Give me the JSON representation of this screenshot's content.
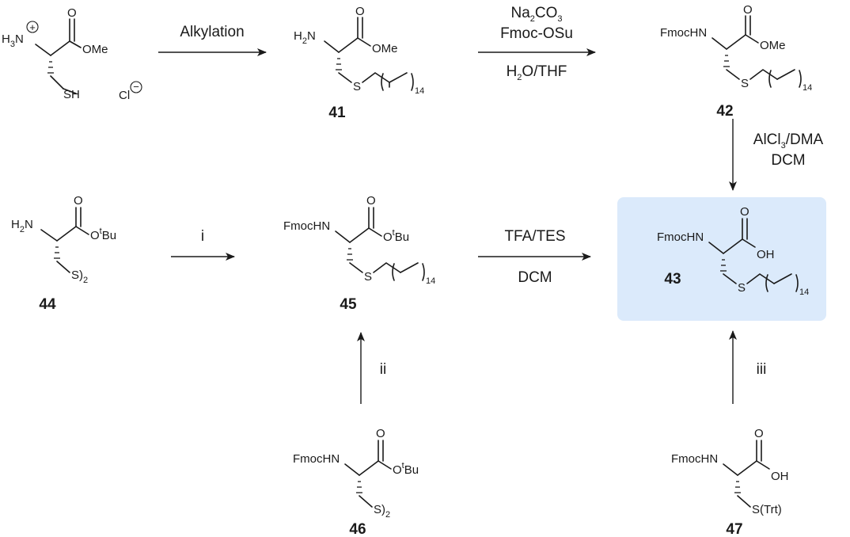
{
  "colors": {
    "highlight": "#dbeafb",
    "ink": "#1a1a1a"
  },
  "compounds": {
    "start": {
      "label": "",
      "amine": "H",
      "amine_sub": "3",
      "amine_tail": "N",
      "ester": "OMe",
      "thiol": "SH",
      "counterion": "Cl",
      "pos_charge": "+",
      "neg_charge": "−"
    },
    "c41": {
      "label": "41",
      "amine": "H",
      "amine_sub": "2",
      "amine_tail": "N",
      "ester": "OMe",
      "sulfur": "S",
      "chain_sub": "14"
    },
    "c42": {
      "label": "42",
      "amine": "FmocHN",
      "ester": "OMe",
      "sulfur": "S",
      "chain_sub": "14"
    },
    "c43": {
      "label": "43",
      "amine": "FmocHN",
      "acid": "OH",
      "sulfur": "S",
      "chain_sub": "14"
    },
    "c44": {
      "label": "44",
      "amine": "H",
      "amine_sub": "2",
      "amine_tail": "N",
      "ester": "O",
      "ester_sup": "t",
      "ester_tail": "Bu",
      "disulfide": "S)",
      "disulfide_sub": "2"
    },
    "c45": {
      "label": "45",
      "amine": "FmocHN",
      "ester": "O",
      "ester_sup": "t",
      "ester_tail": "Bu",
      "sulfur": "S",
      "chain_sub": "14"
    },
    "c46": {
      "label": "46",
      "amine": "FmocHN",
      "ester": "O",
      "ester_sup": "t",
      "ester_tail": "Bu",
      "disulfide": "S)",
      "disulfide_sub": "2"
    },
    "c47": {
      "label": "47",
      "amine": "FmocHN",
      "acid": "OH",
      "thioether": "S(Trt)"
    }
  },
  "steps": {
    "alkylation": "Alkylation",
    "fmoc_line1": "Na",
    "fmoc_line1_sub": "2",
    "fmoc_line1_tail": "CO",
    "fmoc_line1_sub2": "3",
    "fmoc_line2": "Fmoc-OSu",
    "fmoc_line3": "H",
    "fmoc_line3_sub": "2",
    "fmoc_line3_tail": "O/THF",
    "deprot_line1": "AlCl",
    "deprot_line1_sub": "3",
    "deprot_line1_tail": "/DMA",
    "deprot_line2": "DCM",
    "step_i": "i",
    "tfa_line1": "TFA/TES",
    "tfa_line2": "DCM",
    "step_ii": "ii",
    "step_iii": "iii"
  }
}
